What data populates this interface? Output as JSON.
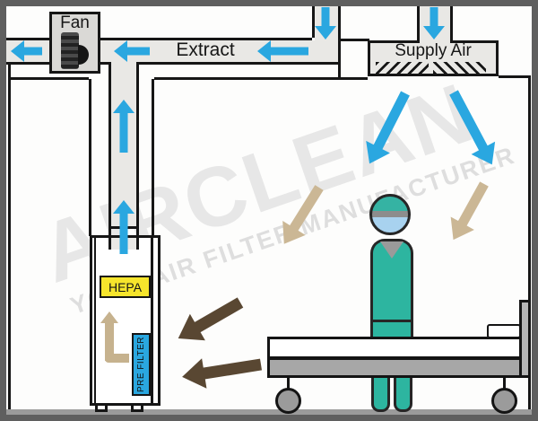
{
  "diagram": {
    "fan_label": "Fan",
    "extract_label": "Extract",
    "supply_label": "Supply Air",
    "unit": {
      "hepa_label": "HEPA",
      "prefilter_label": "PRE FILTER"
    },
    "watermark": {
      "title": "AIRCLEAN",
      "subtitle": "YOUR AIR FILTER MANUFACTURER"
    },
    "colors": {
      "clean_air_blue": "#2aa7e0",
      "drift_air_tan": "#cbb795",
      "contaminated_air_brown": "#594732",
      "duct_gray": "#e9e8e5",
      "hepa_label_yellow": "#f6e52c",
      "prefilter_label_blue": "#2aa7e0",
      "scrubs_teal": "#2db5a0",
      "mask_blue": "#a8d2ef",
      "frame_border_gray": "#5f5f5f"
    }
  }
}
